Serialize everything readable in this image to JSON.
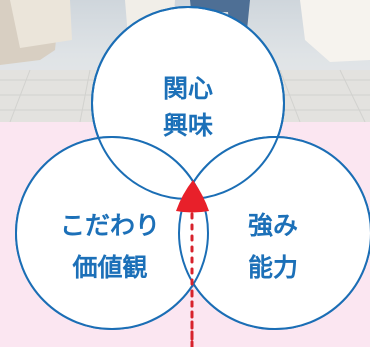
{
  "diagram": {
    "circles": [
      {
        "id": "top",
        "lines": [
          "関心",
          "興味"
        ]
      },
      {
        "id": "left",
        "lines": [
          "こだわり",
          "価値観"
        ]
      },
      {
        "id": "right",
        "lines": [
          "強み",
          "能力"
        ]
      }
    ],
    "colors": {
      "circle_stroke": "#1b6eb5",
      "circle_fill": "#ffffff",
      "text": "#1c70b8",
      "center": "#e8202a",
      "dotted_line": "#d7222c",
      "background": "#fbe6f1"
    },
    "photo_description_icon": "people-walking-photo"
  }
}
